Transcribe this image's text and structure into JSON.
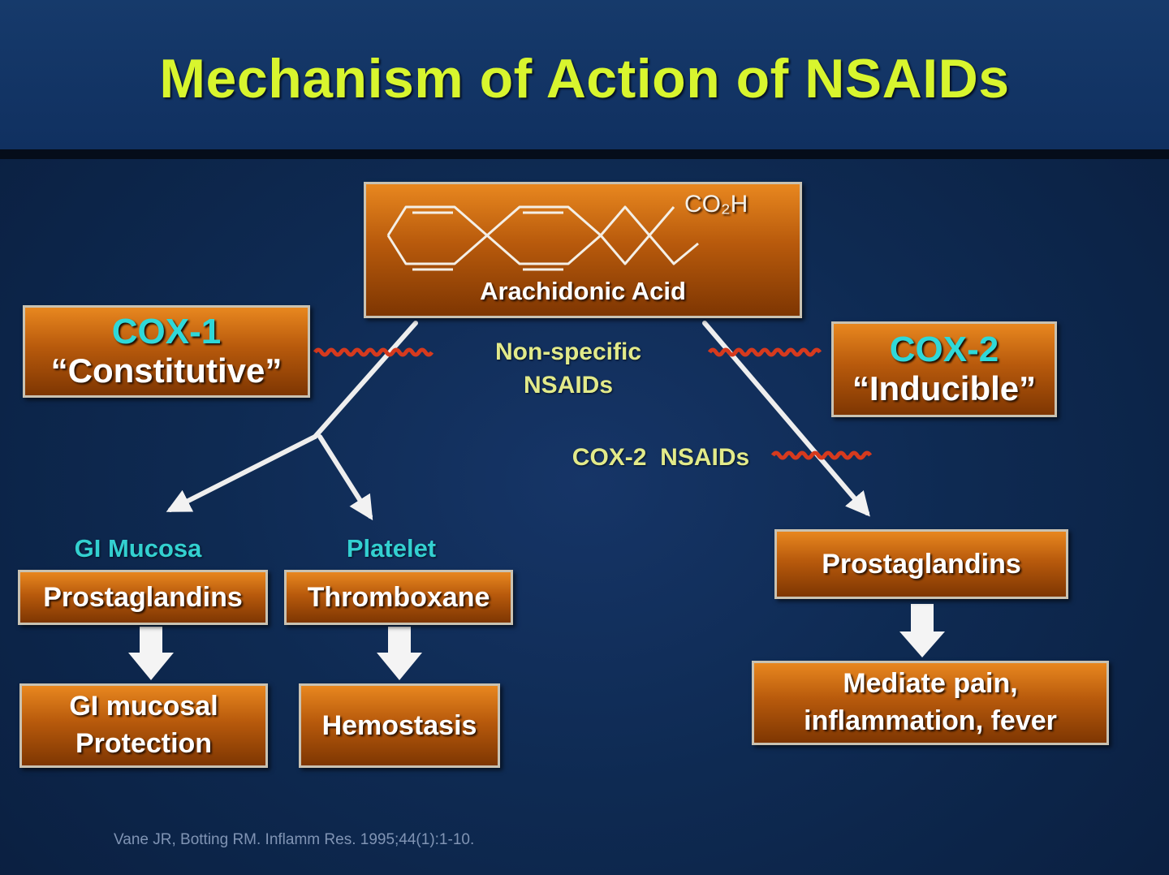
{
  "title": "Mechanism of Action of NSAIDs",
  "colors": {
    "background": "#0e2a52",
    "title": "#d8f52e",
    "box_orange": "#c0640f",
    "cox_cyan": "#2fd8d8",
    "inhibition_red": "#d63a1e",
    "label_yellow": "#e2ea8a"
  },
  "arachidonic": {
    "formula": "CO₂H",
    "label": "Arachidonic Acid"
  },
  "cox1": {
    "name": "COX-1",
    "type": "“Constitutive”"
  },
  "cox2": {
    "name": "COX-2",
    "type": "“Inducible”"
  },
  "nonspecific_label": {
    "line1": "Non-specific",
    "line2": "NSAIDs"
  },
  "cox2_nsaids_label": "COX-2  NSAIDs",
  "gi_branch": {
    "site": "GI Mucosa",
    "product": "Prostaglandins",
    "effect_line1": "GI mucosal",
    "effect_line2": "Protection"
  },
  "platelet_branch": {
    "site": "Platelet",
    "product": "Thromboxane",
    "effect": "Hemostasis"
  },
  "inducible_branch": {
    "product": "Prostaglandins",
    "effect_line1": "Mediate pain,",
    "effect_line2": "inflammation, fever"
  },
  "citation": "Vane JR, Botting RM. Inflamm Res. 1995;44(1):1-10."
}
